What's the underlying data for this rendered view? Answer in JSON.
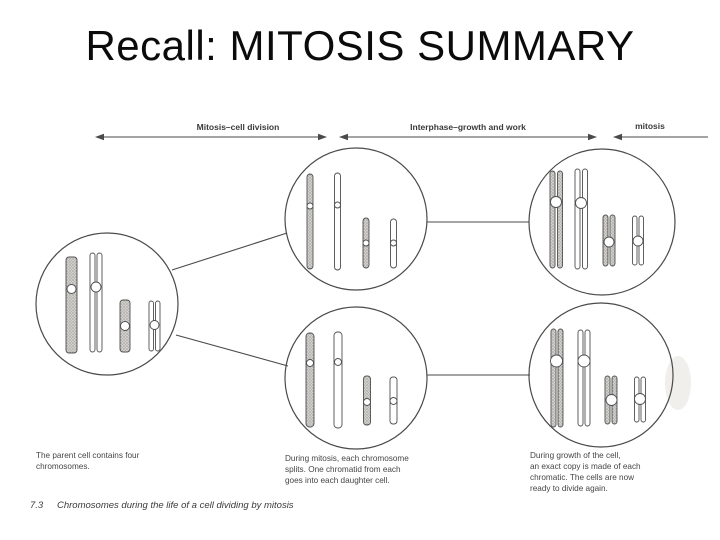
{
  "slide": {
    "title": "Recall: MITOSIS SUMMARY"
  },
  "figure": {
    "timeline": {
      "phase_mitosis_label": "Mitosis–cell division",
      "phase_interphase_label": "Interphase–growth and work",
      "phase_mitosis2_label": "mitosis"
    },
    "captions": {
      "parent": {
        "line1": "The parent cell contains four",
        "line2": "chromosomes."
      },
      "mitosis": {
        "line1": "During mitosis, each chromosome",
        "line2": "splits. One chromatid from each",
        "line3": "goes into each daughter cell."
      },
      "growth": {
        "line1": "During growth of the cell,",
        "line2": "an exact copy is made of each",
        "line3": "chromatic. The cells are now",
        "line4": "ready to divide again."
      }
    },
    "figure_caption": {
      "number": "7.3",
      "text": "Chromosomes during the life of a cell dividing by mitosis"
    },
    "colors": {
      "ink": "#3a3a3a",
      "shaded_chromosome": "#c9c7c2",
      "white_chromosome": "#ffffff"
    }
  }
}
